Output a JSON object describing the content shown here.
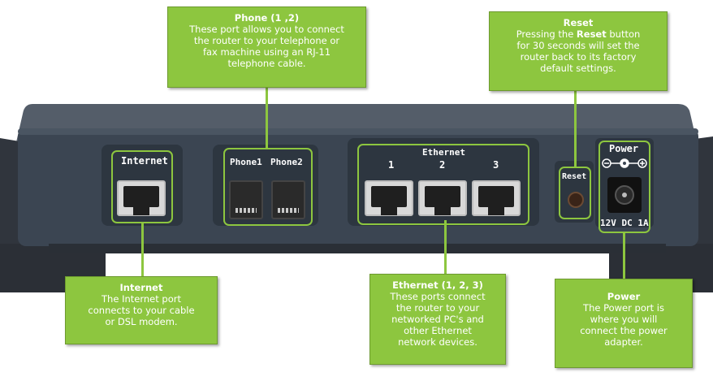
{
  "callouts": {
    "phone": {
      "title": "Phone (1 ,2)",
      "lines": [
        "These port allows you to connect",
        "the router to your telephone or",
        "fax machine using an RJ-11",
        "telephone cable."
      ]
    },
    "reset": {
      "title": "Reset",
      "line1_pre": "Pressing the ",
      "line1_bold": "Reset",
      "line1_post": " button",
      "lines": [
        "for 30 seconds will set the",
        "router back to its factory",
        "default settings."
      ]
    },
    "internet": {
      "title": "Internet",
      "lines": [
        "The Internet port",
        "connects to your cable",
        "or DSL modem."
      ]
    },
    "ethernet": {
      "title": "Ethernet (1, 2, 3)",
      "lines": [
        "These ports connect",
        "the router to your",
        "networked PC's and",
        "other Ethernet",
        "network devices."
      ]
    },
    "power": {
      "title": "Power",
      "lines": [
        "The Power port is",
        "where you will",
        "connect the power",
        "adapter."
      ]
    }
  },
  "router": {
    "internet_label": "Internet",
    "phone1_label": "Phone1",
    "phone2_label": "Phone2",
    "ethernet_label": "Ethernet",
    "ethernet_ports": [
      "1",
      "2",
      "3"
    ],
    "reset_label": "Reset",
    "power_label": "Power",
    "power_rating": "12V DC 1A"
  },
  "colors": {
    "callout_green": "#8dc63f",
    "router_body": "#3b4552"
  }
}
